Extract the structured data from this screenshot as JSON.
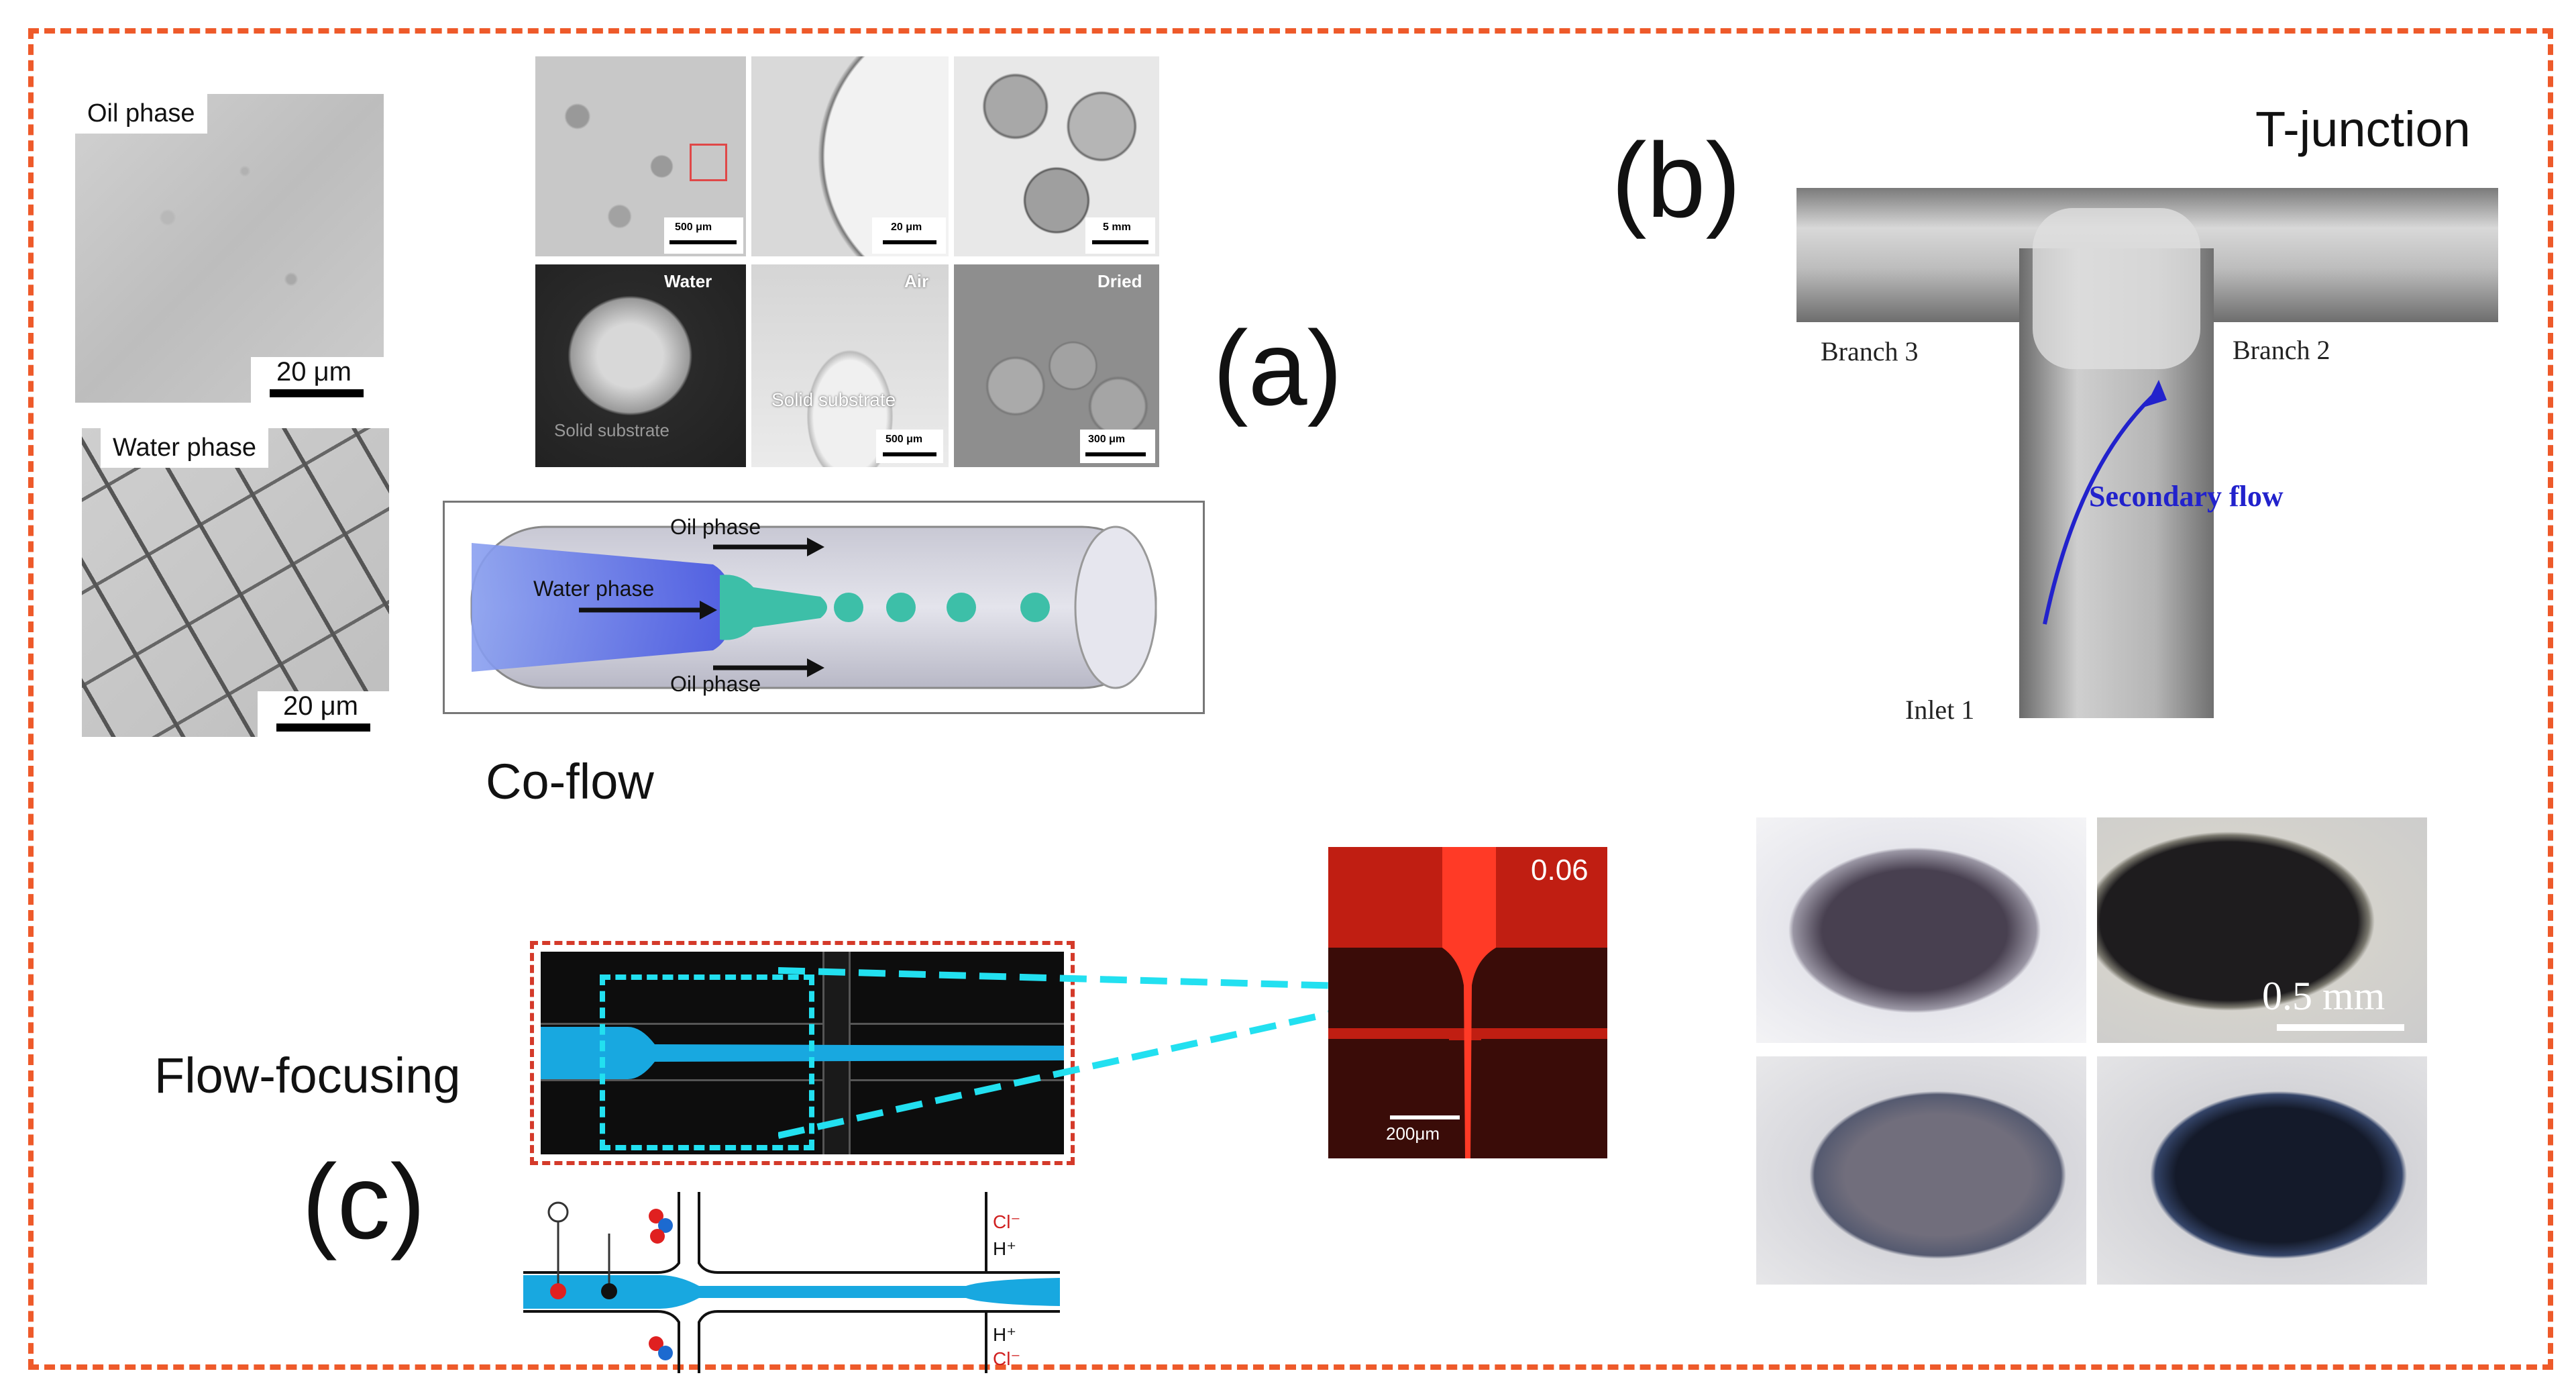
{
  "panels": {
    "a": "(a)",
    "b": "(b)",
    "c": "(c)"
  },
  "panel_a": {
    "oil_micrograph": {
      "label": "Oil phase",
      "scale": "20 μm"
    },
    "water_micrograph": {
      "label": "Water phase",
      "scale": "20 μm"
    },
    "tiles": {
      "t1_scale": "500 μm",
      "t2_scale": "20 μm",
      "t3_scale": "5 mm",
      "t4_label": "Water",
      "t4_sub": "Solid substrate",
      "t5_label": "Air",
      "t5_sub": "Solid substrate",
      "t5_scale": "500 μm",
      "t6_label": "Dried",
      "t6_scale": "300 μm"
    },
    "coflow_schematic": {
      "oil_top": "Oil phase",
      "water": "Water phase",
      "oil_bottom": "Oil phase"
    },
    "caption": "Co-flow"
  },
  "panel_b": {
    "caption": "T-junction",
    "branch3": "Branch 3",
    "branch2": "Branch 2",
    "secondary_flow": "Secondary flow",
    "inlet1": "Inlet 1",
    "droplets_scale": "0.5 mm"
  },
  "panel_c": {
    "caption": "Flow-focusing",
    "red_value": "0.06",
    "red_scale": "200μm",
    "ion_cl_top": "Cl⁻",
    "ion_h_top": "H⁺",
    "ion_h_bottom": "H⁺",
    "ion_cl_bottom": "Cl⁻"
  },
  "colors": {
    "frame": "#ee5a2a",
    "channel_blue": "#18a8e0",
    "secondary_flow": "#2222cc",
    "focus_red": "#e8321e",
    "zoom_cyan": "#22e0f0"
  }
}
